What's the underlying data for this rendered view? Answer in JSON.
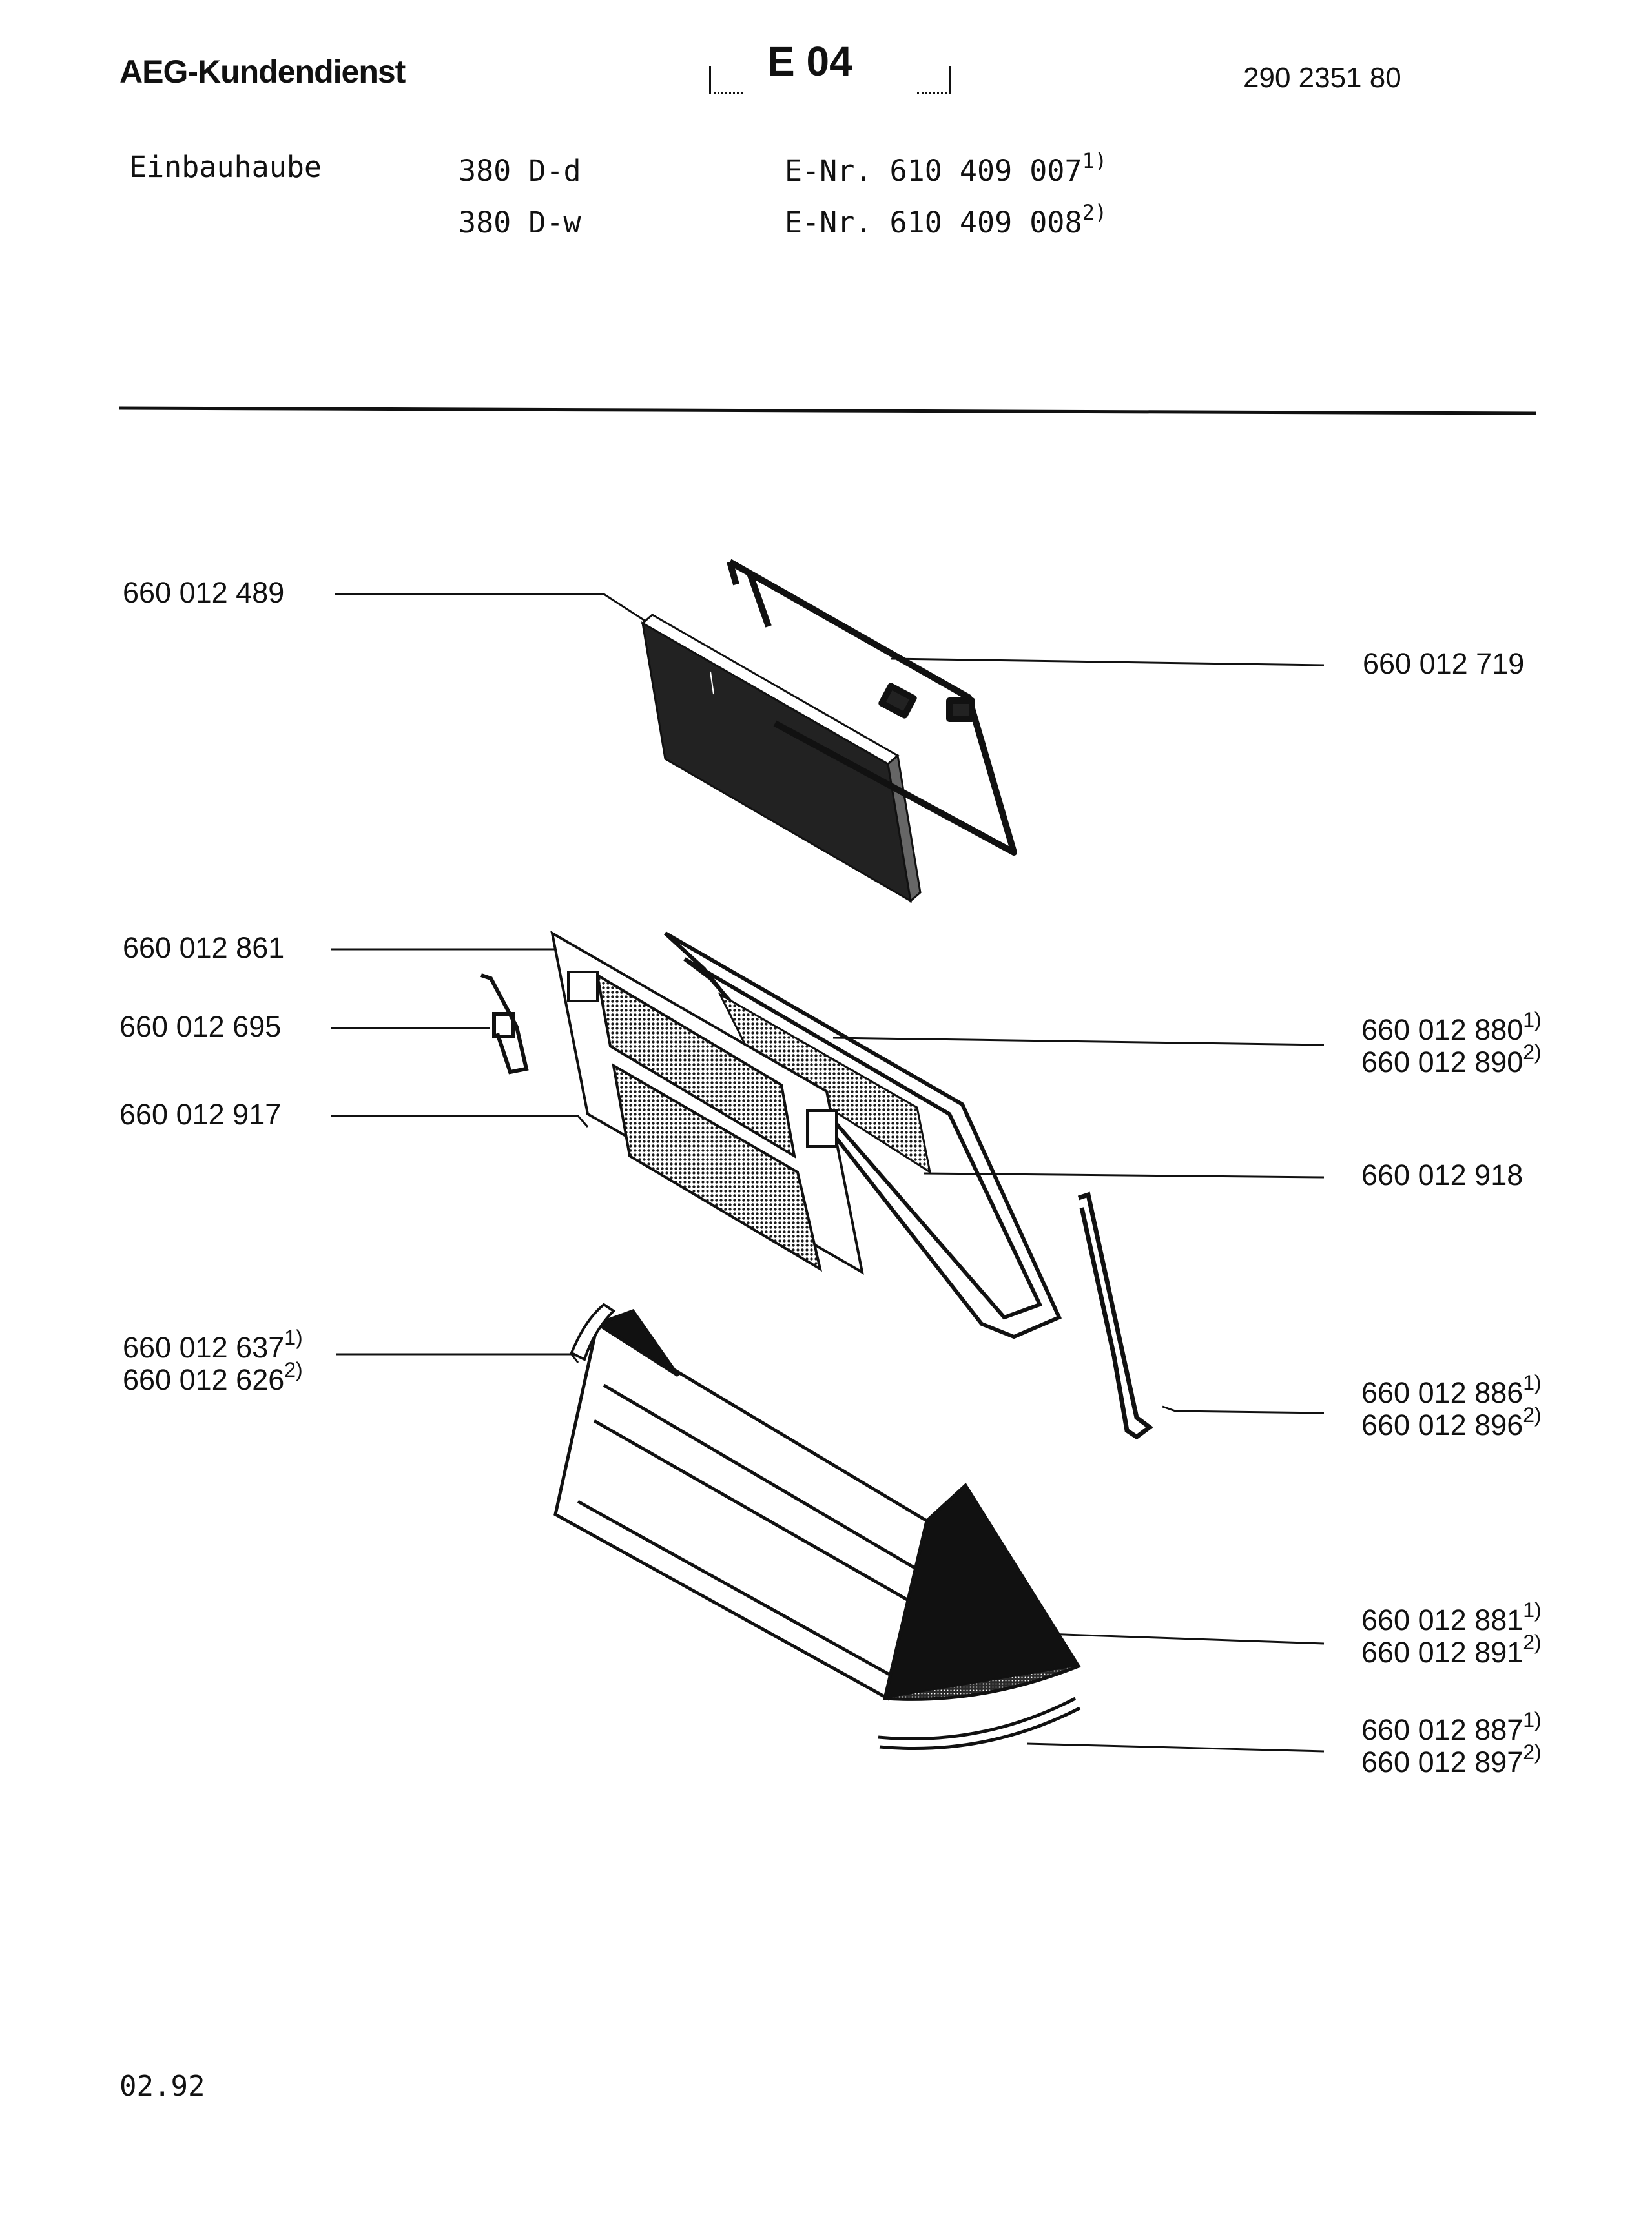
{
  "header": {
    "brand": "AEG-Kundendienst",
    "section": "E 04",
    "doc_number": "290 2351 80"
  },
  "product": {
    "type": "Einbauhaube",
    "models": [
      {
        "name": "380 D-d",
        "enr": "E-Nr. 610 409 007",
        "note": "1)"
      },
      {
        "name": "380 D-w",
        "enr": "E-Nr. 610 409 008",
        "note": "2)"
      }
    ]
  },
  "parts_left": [
    {
      "nums": [
        "660 012 489"
      ],
      "notes": [
        ""
      ]
    },
    {
      "nums": [
        "660 012 861"
      ],
      "notes": [
        ""
      ]
    },
    {
      "nums": [
        "660 012 695"
      ],
      "notes": [
        ""
      ]
    },
    {
      "nums": [
        "660 012 917"
      ],
      "notes": [
        ""
      ]
    },
    {
      "nums": [
        "660 012 637",
        "660 012 626"
      ],
      "notes": [
        "1)",
        "2)"
      ]
    }
  ],
  "parts_right": [
    {
      "nums": [
        "660 012 719"
      ],
      "notes": [
        ""
      ]
    },
    {
      "nums": [
        "660 012 880",
        "660 012 890"
      ],
      "notes": [
        "1)",
        "2)"
      ]
    },
    {
      "nums": [
        "660 012 918"
      ],
      "notes": [
        ""
      ]
    },
    {
      "nums": [
        "660 012 886",
        "660 012 896"
      ],
      "notes": [
        "1)",
        "2)"
      ]
    },
    {
      "nums": [
        "660 012 881",
        "660 012 891"
      ],
      "notes": [
        "1)",
        "2)"
      ]
    },
    {
      "nums": [
        "660 012 887",
        "660 012 897"
      ],
      "notes": [
        "1)",
        "2)"
      ]
    }
  ],
  "footer": {
    "date": "02.92"
  }
}
